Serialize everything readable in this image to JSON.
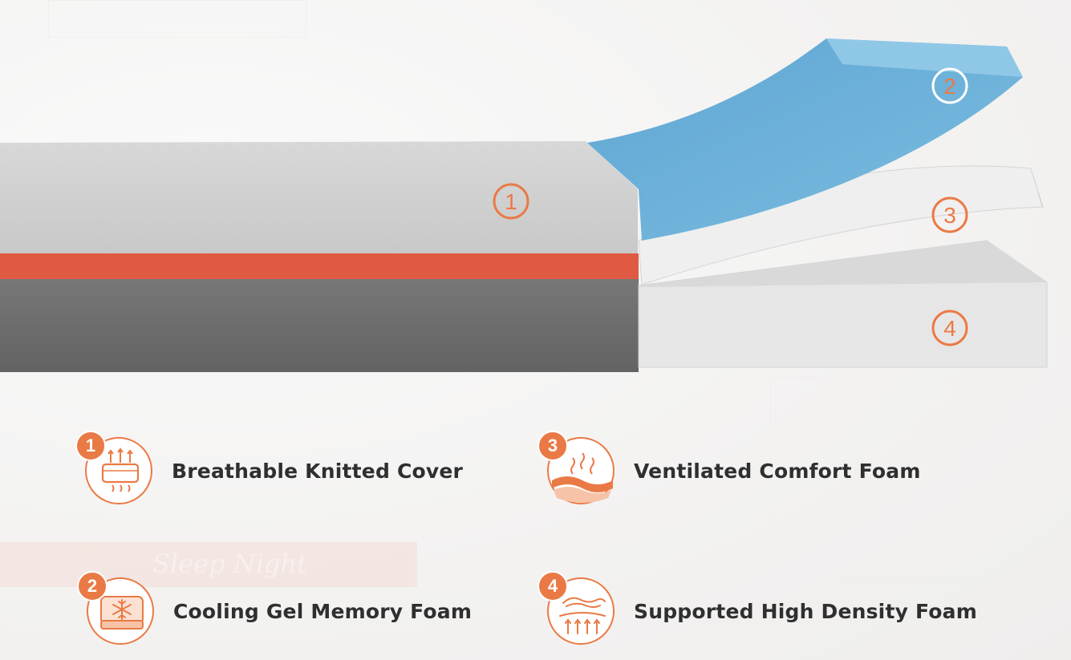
{
  "layers": {
    "callouts": [
      "1",
      "2",
      "3",
      "4"
    ]
  },
  "features": [
    {
      "number": "1",
      "label": "Breathable Knitted Cover",
      "icon": "breathable-cover-icon"
    },
    {
      "number": "3",
      "label": "Ventilated Comfort Foam",
      "icon": "ventilated-foam-icon"
    },
    {
      "number": "2",
      "label": "Cooling Gel Memory Foam",
      "icon": "cooling-gel-icon"
    },
    {
      "number": "4",
      "label": "Supported High Density Foam",
      "icon": "high-density-foam-icon"
    }
  ],
  "colors": {
    "accent": "#ea7a45",
    "gel_blue": "#6aaed6",
    "cover_red": "#e05a43",
    "cover_grey": "#6c6c6c",
    "foam_white": "#e9e9e9"
  }
}
